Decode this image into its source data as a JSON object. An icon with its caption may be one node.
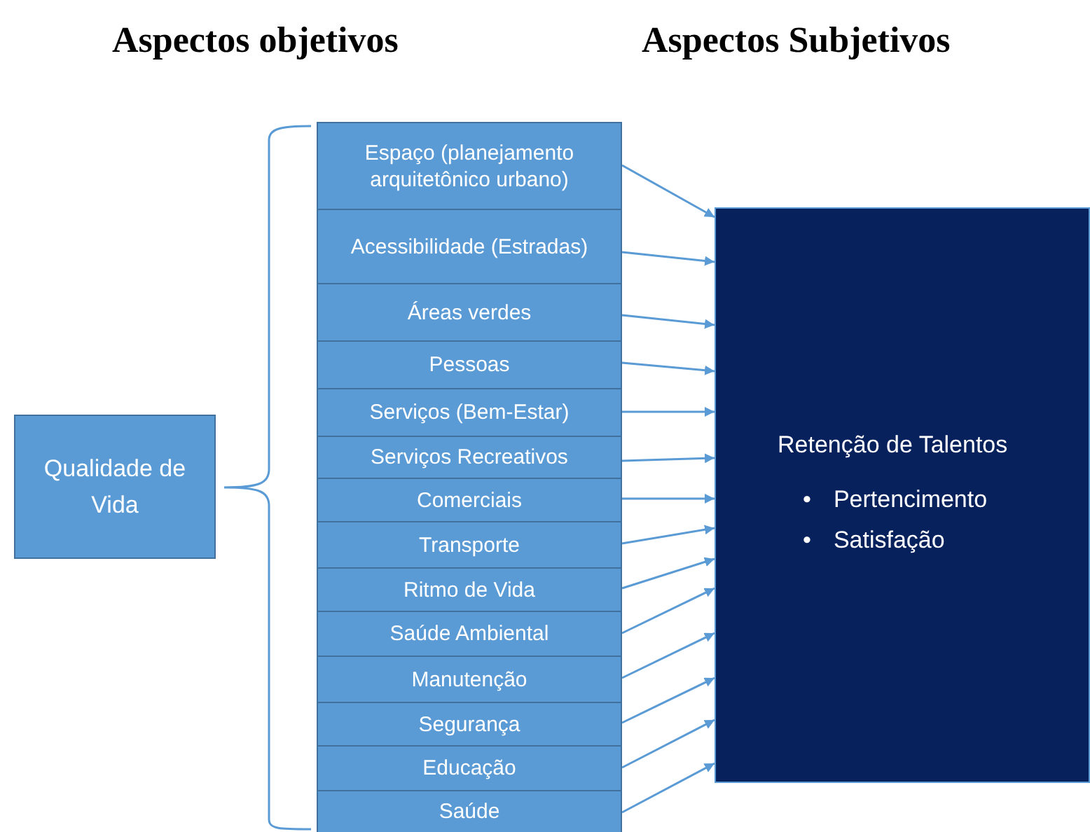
{
  "diagram": {
    "nodes": [
      {
        "text": [
          "Qualidade de Vida"
        ]
      },
      {
        "text": [
          "Espaço (planejamento arquitetônico urbano)"
        ]
      },
      {
        "text": [
          "Acessibilidade (Estradas)"
        ]
      },
      {
        "text": [
          "Áreas verdes"
        ]
      },
      {
        "text": [
          "Pessoas"
        ]
      },
      {
        "text": [
          "Serviços (Bem-Estar)"
        ]
      },
      {
        "text": [
          "Serviços Recreativos"
        ]
      },
      {
        "text": [
          "Comerciais"
        ]
      },
      {
        "text": [
          "Transporte"
        ]
      },
      {
        "text": [
          "Ritmo de Vida"
        ]
      },
      {
        "text": [
          "Saúde Ambiental"
        ]
      },
      {
        "text": [
          "Manutenção"
        ]
      },
      {
        "text": [
          "Segurança"
        ]
      },
      {
        "text": [
          "Educação"
        ]
      },
      {
        "text": [
          "Saúde"
        ]
      },
      {
        "text": [
          "Retenção de Talentos",
          "•",
          "Pertencimento",
          "•",
          "Satisfação"
        ]
      }
    ],
    "edges": [
      {
        "from": 1,
        "to": 15,
        "arrow": "to"
      },
      {
        "from": 2,
        "to": 15,
        "arrow": "to"
      },
      {
        "from": 3,
        "to": 15,
        "arrow": "to"
      },
      {
        "from": 4,
        "to": 15,
        "arrow": "to"
      },
      {
        "from": 5,
        "to": 15,
        "arrow": "to"
      },
      {
        "from": 6,
        "to": 15,
        "arrow": "to"
      },
      {
        "from": 7,
        "to": 15,
        "arrow": "to"
      },
      {
        "from": 8,
        "to": 15,
        "arrow": "to"
      },
      {
        "from": 9,
        "to": 15,
        "arrow": "to"
      },
      {
        "from": 10,
        "to": 15,
        "arrow": "to"
      },
      {
        "from": 11,
        "to": 15,
        "arrow": "to"
      },
      {
        "from": 12,
        "to": 15,
        "arrow": "to"
      },
      {
        "from": 13,
        "to": 15,
        "arrow": "to"
      },
      {
        "from": 14,
        "to": 15,
        "arrow": "to"
      }
    ],
    "labels": [
      "Aspectos objetivos",
      "Aspectos Subjetivos"
    ]
  }
}
